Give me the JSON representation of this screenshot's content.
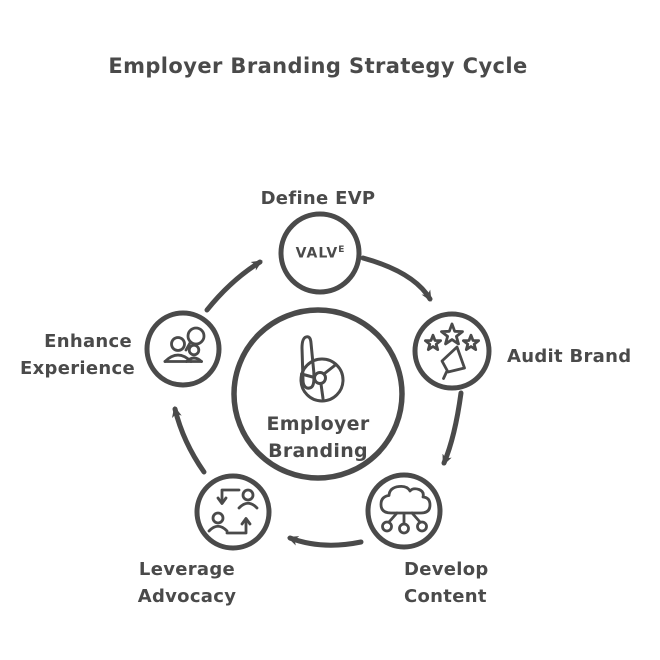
{
  "title": "Employer Branding Strategy Cycle",
  "colors": {
    "stroke": "#4a4a4a",
    "background": "#ffffff"
  },
  "center": {
    "logo_icon": "b-wheel-logo-icon",
    "label": "Employer\nBranding"
  },
  "steps": [
    {
      "label": "Define EVP",
      "icon": "valve-value-icon",
      "badge_text": "VALV",
      "badge_sup": "E",
      "position": "top"
    },
    {
      "label": "Audit Brand",
      "icon": "stars-megaphone-icon",
      "position": "right"
    },
    {
      "label": "Develop\nContent",
      "icon": "cloud-network-icon",
      "position": "bottom-right"
    },
    {
      "label": "Leverage\nAdvocacy",
      "icon": "people-exchange-icon",
      "position": "bottom-left"
    },
    {
      "label": "Enhance\nExperience",
      "icon": "people-search-icon",
      "position": "left"
    }
  ]
}
